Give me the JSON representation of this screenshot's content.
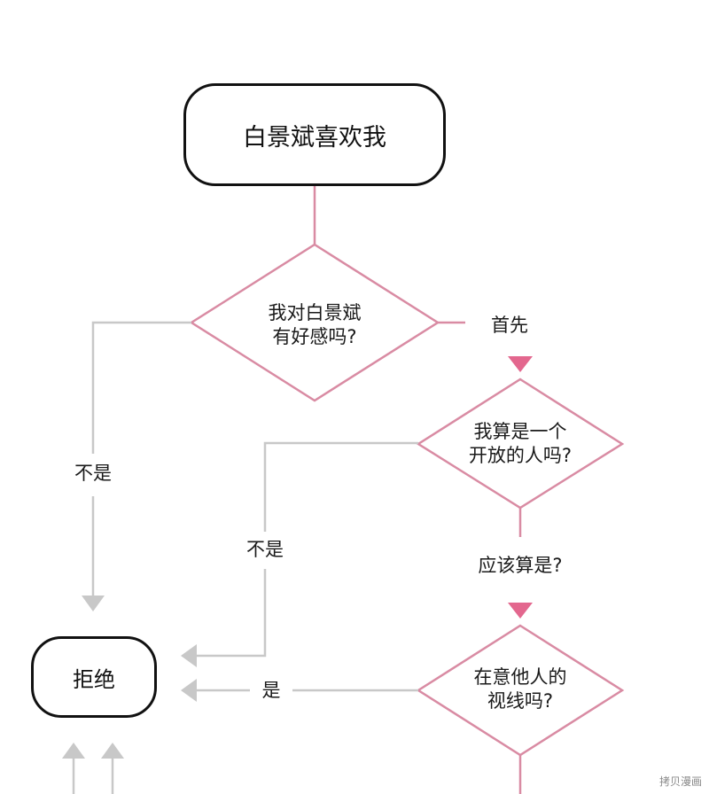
{
  "nodes": {
    "start": "白景斌喜欢我",
    "q1": "我对白景斌\n有好感吗?",
    "q2": "我算是一个\n开放的人吗?",
    "q3": "在意他人的\n视线吗?",
    "reject": "拒绝"
  },
  "edge_labels": {
    "q1_right": "首先",
    "q1_left": "不是",
    "q2_left": "不是",
    "q2_down": "应该算是?",
    "q3_left": "是"
  },
  "watermark": "拷贝漫画",
  "colors": {
    "pink_line": "#d98ba3",
    "pink_arrow": "#e3678e",
    "gray_line": "#c8c8c8",
    "box_border": "#111111"
  }
}
